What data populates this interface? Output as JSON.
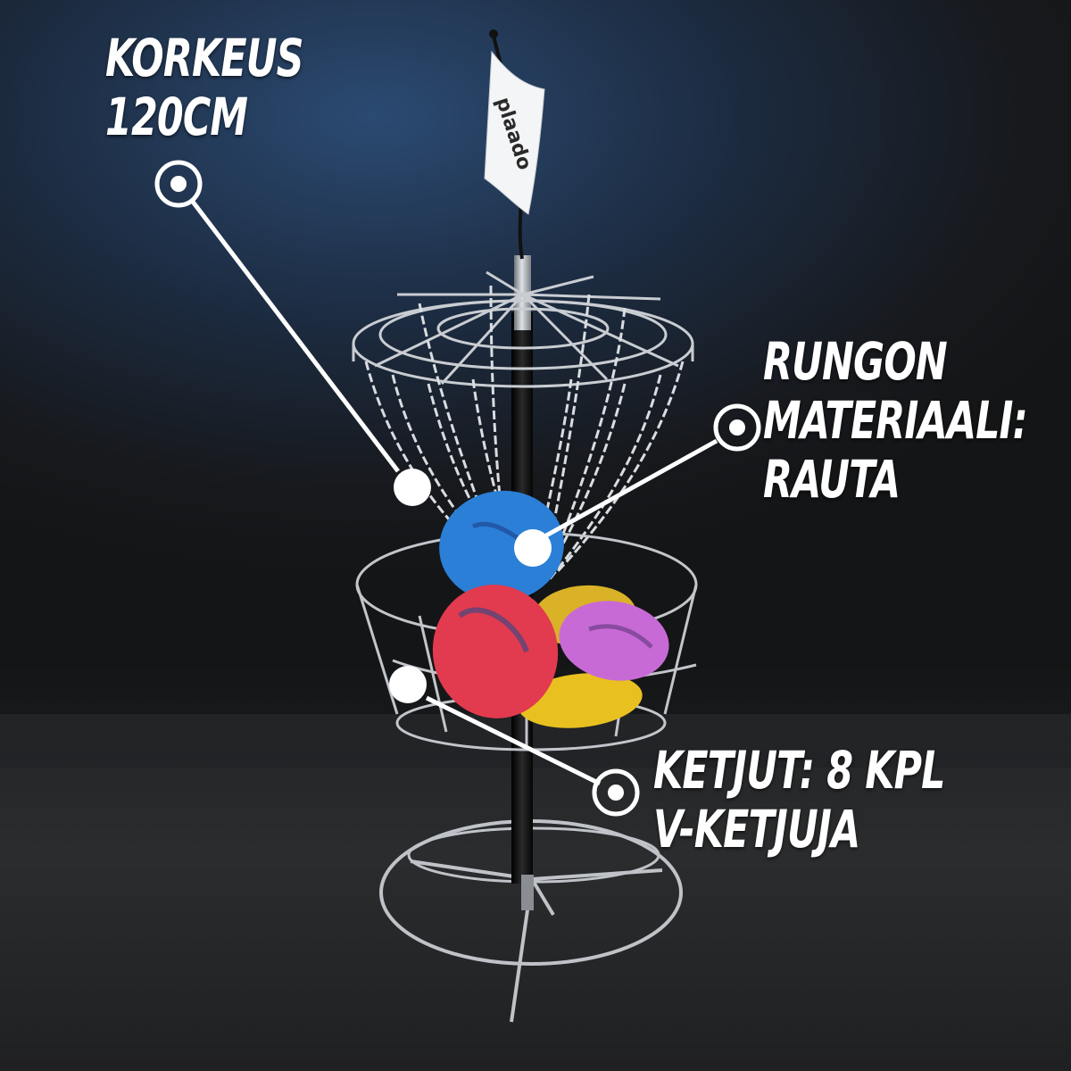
{
  "callouts": {
    "height": {
      "line1": "KORKEUS",
      "line2": "120CM"
    },
    "frame": {
      "line1": "RUNGON",
      "line2": "MATERIAALI:",
      "line3": "RAUTA"
    },
    "chains": {
      "line1": "KETJUT: 8 KPL",
      "line2": "V-KETJUJA"
    }
  },
  "flag": {
    "brand": "plaado"
  },
  "discs": [
    {
      "color": "#2b7fd6",
      "label": "blue-disc"
    },
    {
      "color": "#e23a4e",
      "label": "red-disc"
    },
    {
      "color": "#c86ad6",
      "label": "purple-disc"
    },
    {
      "color": "#e8c020",
      "label": "yellow-disc"
    },
    {
      "color": "#d9b228",
      "label": "orange-disc"
    }
  ],
  "colors": {
    "background": "#17191d",
    "accent_light": "#2b4a72",
    "metal": "#c9cdd2",
    "pole": "#0d0d0e",
    "callout": "#ffffff"
  }
}
